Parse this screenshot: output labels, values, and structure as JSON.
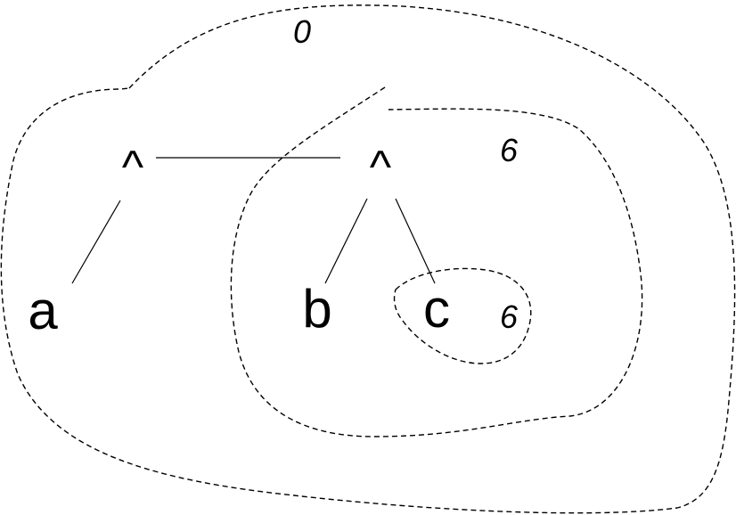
{
  "nodes": {
    "and_left": "^",
    "and_right": "^",
    "a": "a",
    "b": "b",
    "c": "c"
  },
  "regions": {
    "outer_label": "0",
    "middle_label": "6",
    "inner_label": "6"
  }
}
